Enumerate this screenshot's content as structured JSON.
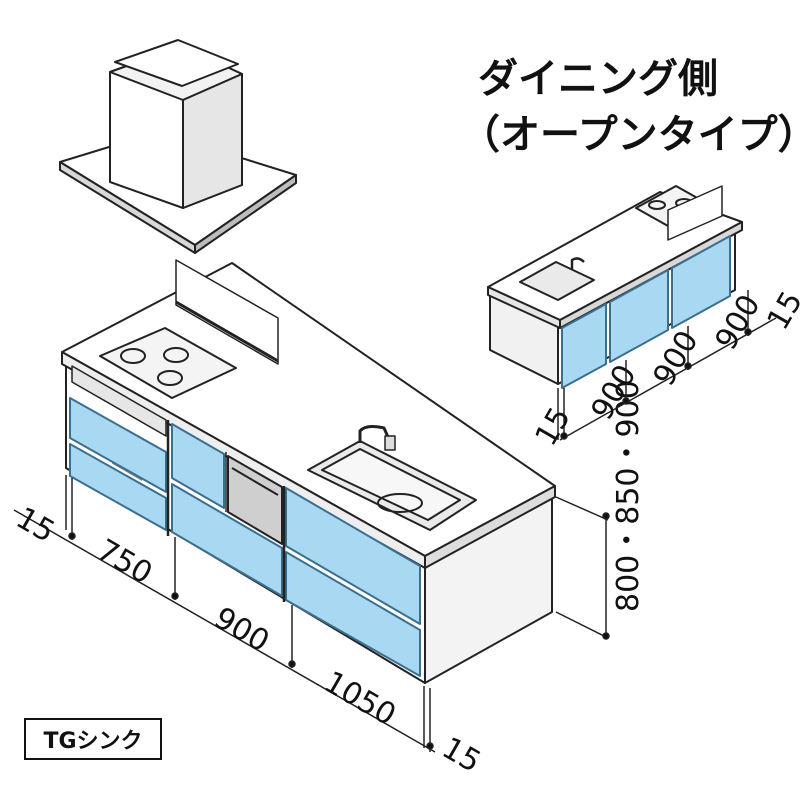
{
  "title_line1": "ダイニング側",
  "title_line2": "（オープンタイプ）",
  "badge": "TGシンク",
  "colors": {
    "panel_blue": "#a9d8f2",
    "panel_edge": "#3b6f8e",
    "line": "#222222"
  },
  "main_dimensions": {
    "left_edge": "15",
    "seg1": "750",
    "seg2": "900",
    "seg3": "1050",
    "right_edge": "15",
    "height": "800・850・900"
  },
  "dining_dimensions": {
    "left_edge": "15",
    "seg1": "900",
    "seg2": "900",
    "seg3": "900",
    "right_edge": "15"
  }
}
